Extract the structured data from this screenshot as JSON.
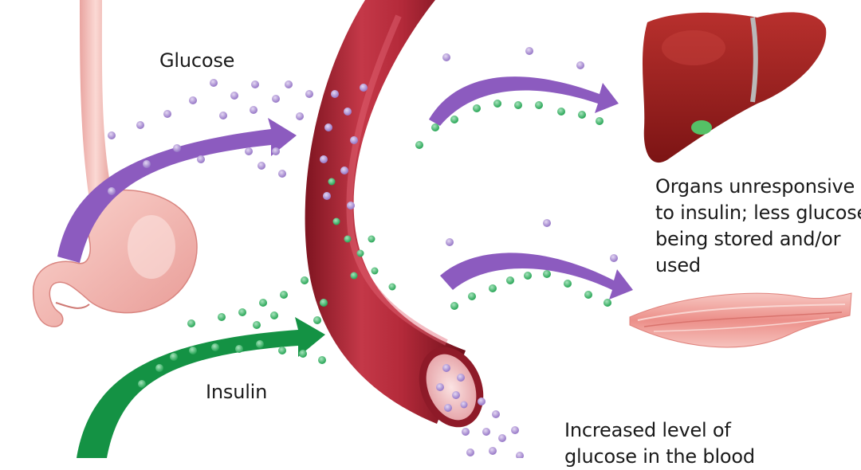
{
  "labels": {
    "glucose": "Glucose",
    "insulin": "Insulin",
    "organs_unresponsive": {
      "line1": "Organs unresponsive",
      "line2": "to insulin; less glucose",
      "line3": "being stored and/or",
      "line4": "used"
    },
    "blood_glucose": {
      "line1": "Increased level of",
      "line2": "glucose in the blood"
    }
  },
  "colors": {
    "glucose_particle": "#a98fd2",
    "insulin_particle": "#3fb56a",
    "glucose_arrow": "#8c5bbf",
    "insulin_arrow": "#149244",
    "vessel": "#a3202e",
    "liver": "#9a1c1c",
    "stomach": "#f2b7b2",
    "muscle": "#ee9d97"
  },
  "icons": [
    "stomach-icon",
    "blood-vessel-icon",
    "liver-icon",
    "muscle-icon",
    "glucose-arrow-icon",
    "insulin-arrow-icon"
  ]
}
